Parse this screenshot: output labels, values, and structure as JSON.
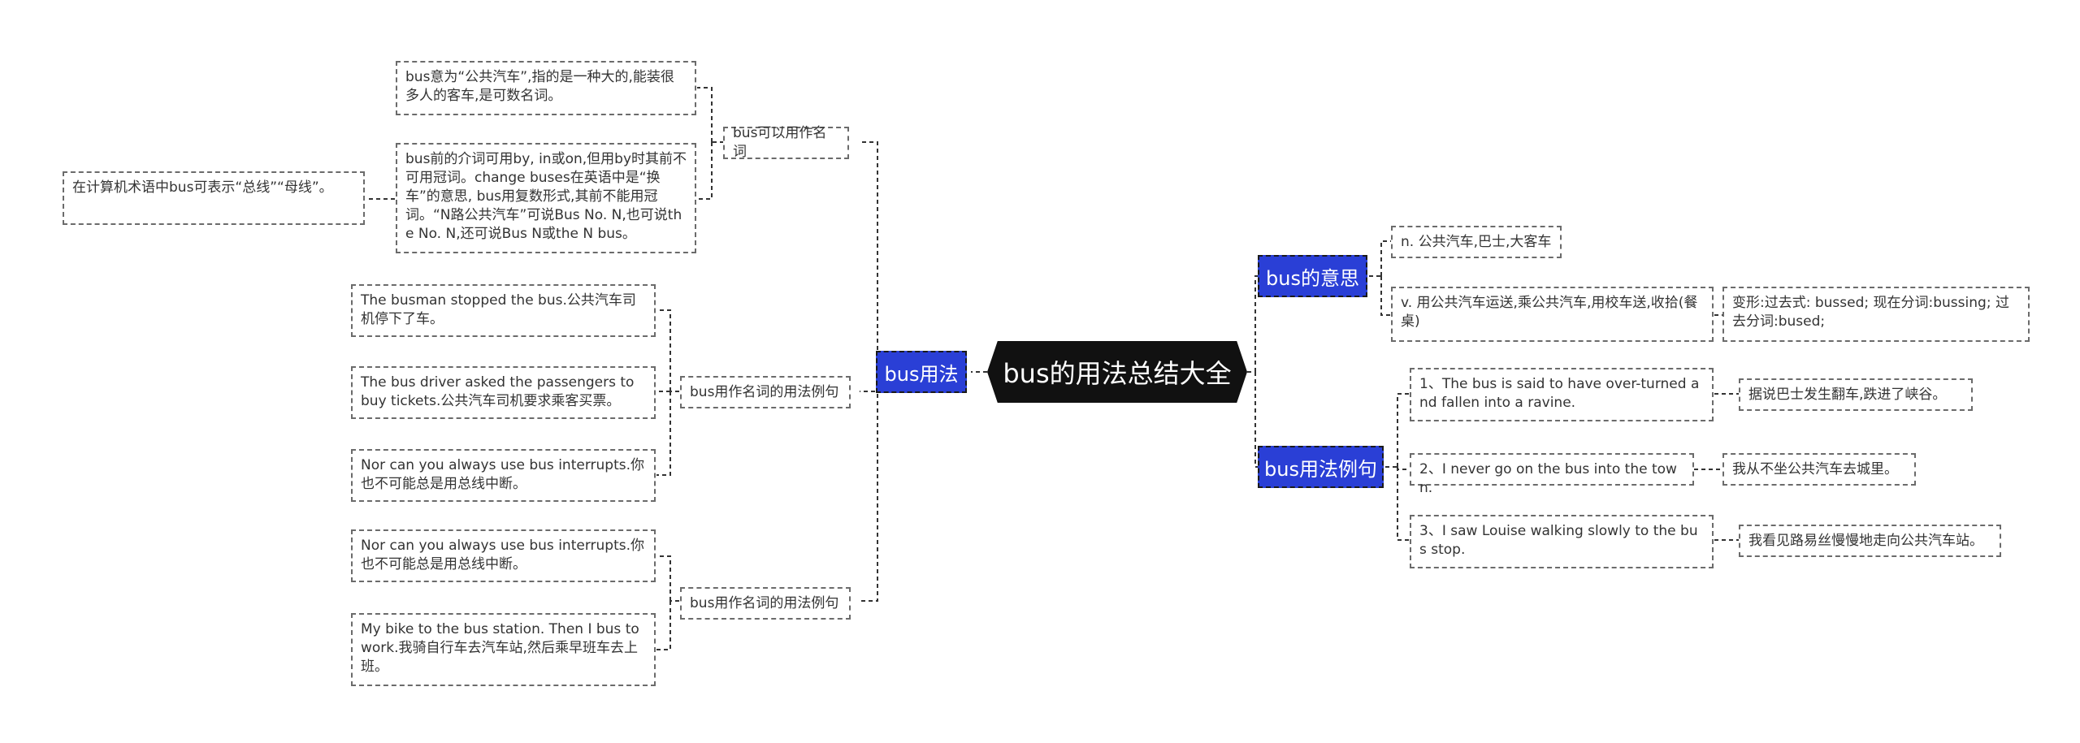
{
  "root": {
    "label": "bus的用法总结大全"
  },
  "branches": {
    "usage": {
      "label": "bus用法"
    },
    "meaning": {
      "label": "bus的意思"
    },
    "examples": {
      "label": "bus用法例句"
    }
  },
  "usage": {
    "noun": {
      "label": "bus可以用作名词",
      "items": [
        "bus意为“公共汽车”,指的是一种大的,能装很多人的客车,是可数名词。",
        "bus前的介词可用by, in或on,但用by时其前不可用冠词。change buses在英语中是“换车”的意思, bus用复数形式,其前不能用冠词。“N路公共汽车”可说Bus No. N,也可说the No. N,还可说Bus N或the N bus。"
      ],
      "sub": "在计算机术语中bus可表示“总线”“母线”。"
    },
    "noun_usage_examples_1": {
      "label": "bus用作名词的用法例句",
      "items": [
        "The busman stopped the bus.公共汽车司机停下了车。",
        "The bus driver asked the passengers to buy tickets.公共汽车司机要求乘客买票。",
        "Nor can you always use bus interrupts.你也不可能总是用总线中断。"
      ]
    },
    "noun_usage_examples_2": {
      "label": "bus用作名词的用法例句",
      "items": [
        "Nor can you always use bus interrupts.你也不可能总是用总线中断。",
        "My bike to the bus station. Then I bus to work.我骑自行车去汽车站,然后乘早班车去上班。"
      ]
    }
  },
  "meaning": {
    "noun": "n. 公共汽车,巴士,大客车",
    "verb": "v. 用公共汽车运送,乘公共汽车,用校车送,收拾(餐桌)",
    "forms": "变形:过去式: bussed; 现在分词:bussing; 过去分词:bused;"
  },
  "examples": {
    "items": [
      {
        "en": "1、The bus is said to have over-turned and fallen into a ravine.",
        "zh": "据说巴士发生翻车,跌进了峡谷。"
      },
      {
        "en": "2、I never go on the bus into the town.",
        "zh": "我从不坐公共汽车去城里。"
      },
      {
        "en": "3、I saw Louise walking slowly to the bus stop.",
        "zh": "我看见路易丝慢慢地走向公共汽车站。"
      }
    ]
  },
  "colors": {
    "root_bg": "#111111",
    "branch_bg": "#2a3fd6",
    "line": "#333333",
    "leaf_border": "#6b6b6b"
  }
}
